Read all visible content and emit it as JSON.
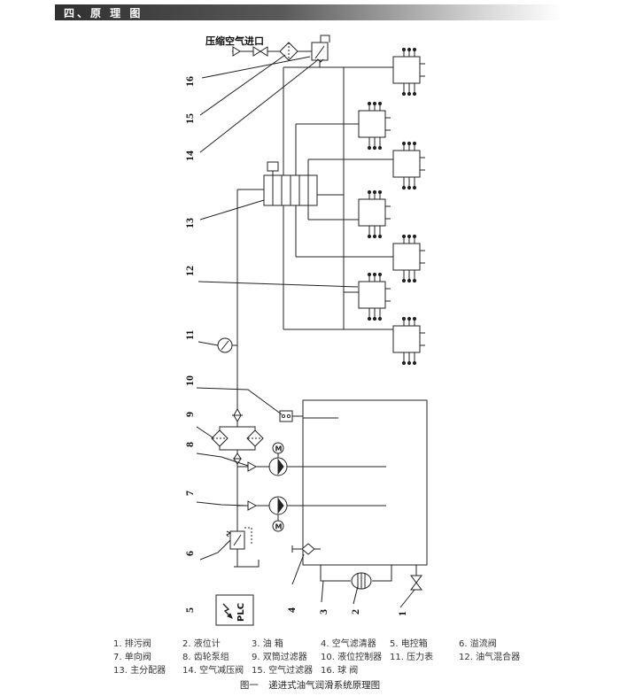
{
  "header": {
    "section_title": "四、原 理 图"
  },
  "diagram": {
    "inlet_label": "压缩空气进口",
    "plc_label": "PLC",
    "callouts": [
      "1",
      "2",
      "3",
      "4",
      "5",
      "6",
      "7",
      "8",
      "9",
      "10",
      "11",
      "12",
      "13",
      "14",
      "15",
      "16"
    ]
  },
  "legend": [
    [
      "1. 排污阀",
      "2. 液位计",
      "3. 油 箱",
      "4. 空气滤清器",
      "5. 电控箱",
      "6. 溢流阀"
    ],
    [
      "7. 单向阀",
      "8. 齿轮泵组",
      "9. 双筒过滤器",
      "10. 液位控制器",
      "11. 压力表",
      "12. 油气混合器"
    ],
    [
      "13. 主分配器",
      "14. 空气减压阀",
      "15. 空气过滤器",
      "16. 球 阀"
    ]
  ],
  "caption": {
    "fig_no": "图一",
    "title": "递进式油气润滑系统原理图"
  }
}
